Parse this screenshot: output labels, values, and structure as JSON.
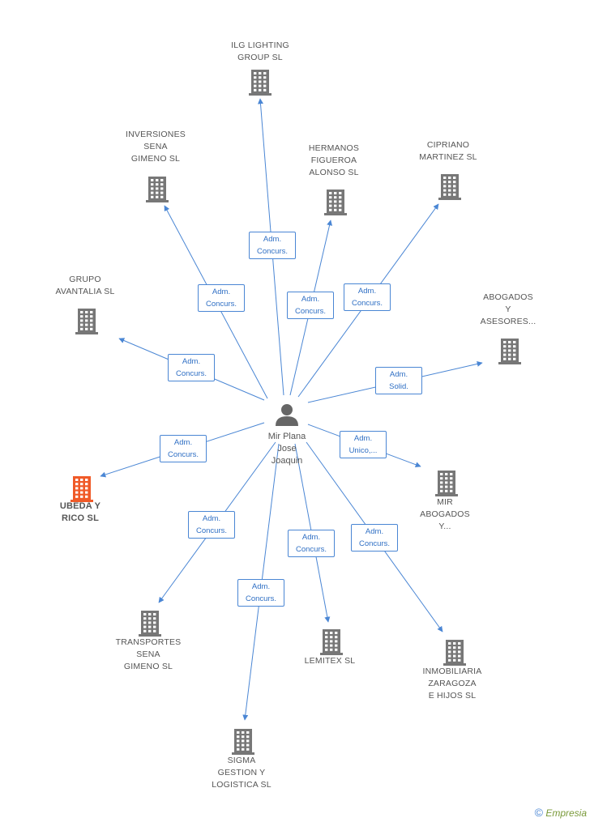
{
  "colors": {
    "edge": "#4a86d4",
    "node": "#777777",
    "highlight": "#f05a28",
    "person": "#666666"
  },
  "center": {
    "label": "Mir Plana\nJose\nJoaquin",
    "icon": "person-icon"
  },
  "nodes": [
    {
      "id": "ilg",
      "label": "ILG LIGHTING\nGROUP SL",
      "icon": "building-icon"
    },
    {
      "id": "inversiones",
      "label": "INVERSIONES\nSENA\nGIMENO SL",
      "icon": "building-icon"
    },
    {
      "id": "hermanos",
      "label": "HERMANOS\nFIGUEROA\nALONSO SL",
      "icon": "building-icon"
    },
    {
      "id": "cipriano",
      "label": "CIPRIANO\nMARTINEZ SL",
      "icon": "building-icon"
    },
    {
      "id": "grupo",
      "label": "GRUPO\nAVANTALIA SL",
      "icon": "building-icon"
    },
    {
      "id": "abogados",
      "label": "ABOGADOS\nY\nASESORES...",
      "icon": "building-icon"
    },
    {
      "id": "ubeda",
      "label": "UBEDA Y\nRICO SL",
      "icon": "building-icon",
      "highlight": true
    },
    {
      "id": "mir",
      "label": "MIR\nABOGADOS\nY...",
      "icon": "building-icon"
    },
    {
      "id": "transportes",
      "label": "TRANSPORTES\nSENA\nGIMENO SL",
      "icon": "building-icon"
    },
    {
      "id": "lemitex",
      "label": "LEMITEX SL",
      "icon": "building-icon"
    },
    {
      "id": "inmobiliaria",
      "label": "INMOBILIARIA\nZARAGOZA\nE HIJOS SL",
      "icon": "building-icon"
    },
    {
      "id": "sigma",
      "label": "SIGMA\nGESTION Y\nLOGISTICA SL",
      "icon": "building-icon"
    }
  ],
  "edges": [
    {
      "to": "ilg",
      "label": "Adm.\nConcurs."
    },
    {
      "to": "inversiones",
      "label": "Adm.\nConcurs."
    },
    {
      "to": "hermanos",
      "label": "Adm.\nConcurs."
    },
    {
      "to": "cipriano",
      "label": "Adm.\nConcurs."
    },
    {
      "to": "grupo",
      "label": "Adm.\nConcurs."
    },
    {
      "to": "abogados",
      "label": "Adm.\nSolid."
    },
    {
      "to": "ubeda",
      "label": "Adm.\nConcurs."
    },
    {
      "to": "mir",
      "label": "Adm.\nUnico,..."
    },
    {
      "to": "transportes",
      "label": "Adm.\nConcurs."
    },
    {
      "to": "lemitex",
      "label": "Adm.\nConcurs."
    },
    {
      "to": "inmobiliaria",
      "label": "Adm.\nConcurs."
    },
    {
      "to": "sigma",
      "label": "Adm.\nConcurs."
    }
  ],
  "watermark": {
    "symbol": "©",
    "text": "Empresia"
  }
}
